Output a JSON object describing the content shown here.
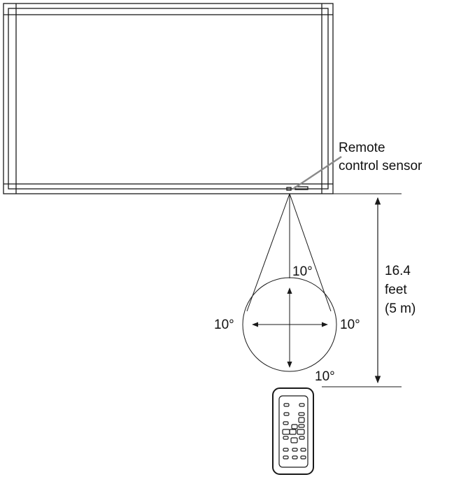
{
  "labels": {
    "sensor_line1": "Remote",
    "sensor_line2": "control sensor",
    "angle_top": "10°",
    "angle_left": "10°",
    "angle_right": "10°",
    "angle_bottom": "10°",
    "distance_line1": "16.4",
    "distance_line2": "feet",
    "distance_line3": "(5 m)"
  },
  "colors": {
    "stroke": "#1a1a1a",
    "leader": "#9a9a9a"
  },
  "icons": [
    "remote-control-icon",
    "arrow-up-icon",
    "arrow-down-icon",
    "arrow-left-icon",
    "arrow-right-icon"
  ]
}
